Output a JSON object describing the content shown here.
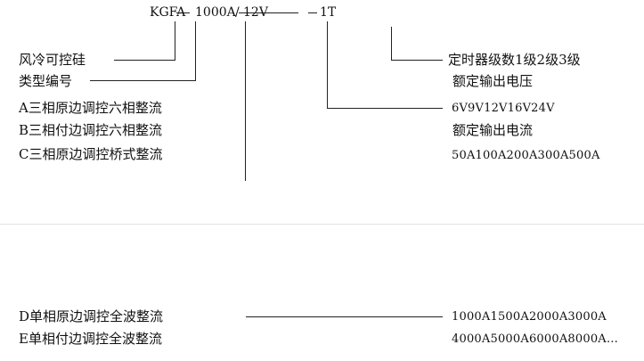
{
  "header": {
    "model_code": "KGFA",
    "dash_1": "—",
    "current_code": "1000A",
    "slash": "/",
    "voltage_code": "12V",
    "dash_2": "—",
    "timer_code": "1T"
  },
  "left_labels": {
    "cooling": "风冷可控硅",
    "type": "类型编号",
    "types": [
      "A三相原边调控六相整流",
      "B三相付边调控六相整流",
      "C三相原边调控桥式整流"
    ]
  },
  "right_labels": {
    "timer_levels": "定时器级数1级2级3级",
    "rated_voltage_label": "额定输出电压",
    "voltage_options": "6V9V12V16V24V",
    "rated_current_label": "额定输出电流",
    "current_options": "50A100A200A300A500A"
  },
  "lower_section": {
    "types": [
      "D单相原边调控全波整流",
      "E单相付边调控全波整流"
    ],
    "current_options_1": "1000A1500A2000A3000A",
    "current_options_2": "4000A5000A6000A8000A…"
  },
  "colors": {
    "text": "#111111",
    "line": "#222222",
    "divider": "#e2e2e2"
  }
}
